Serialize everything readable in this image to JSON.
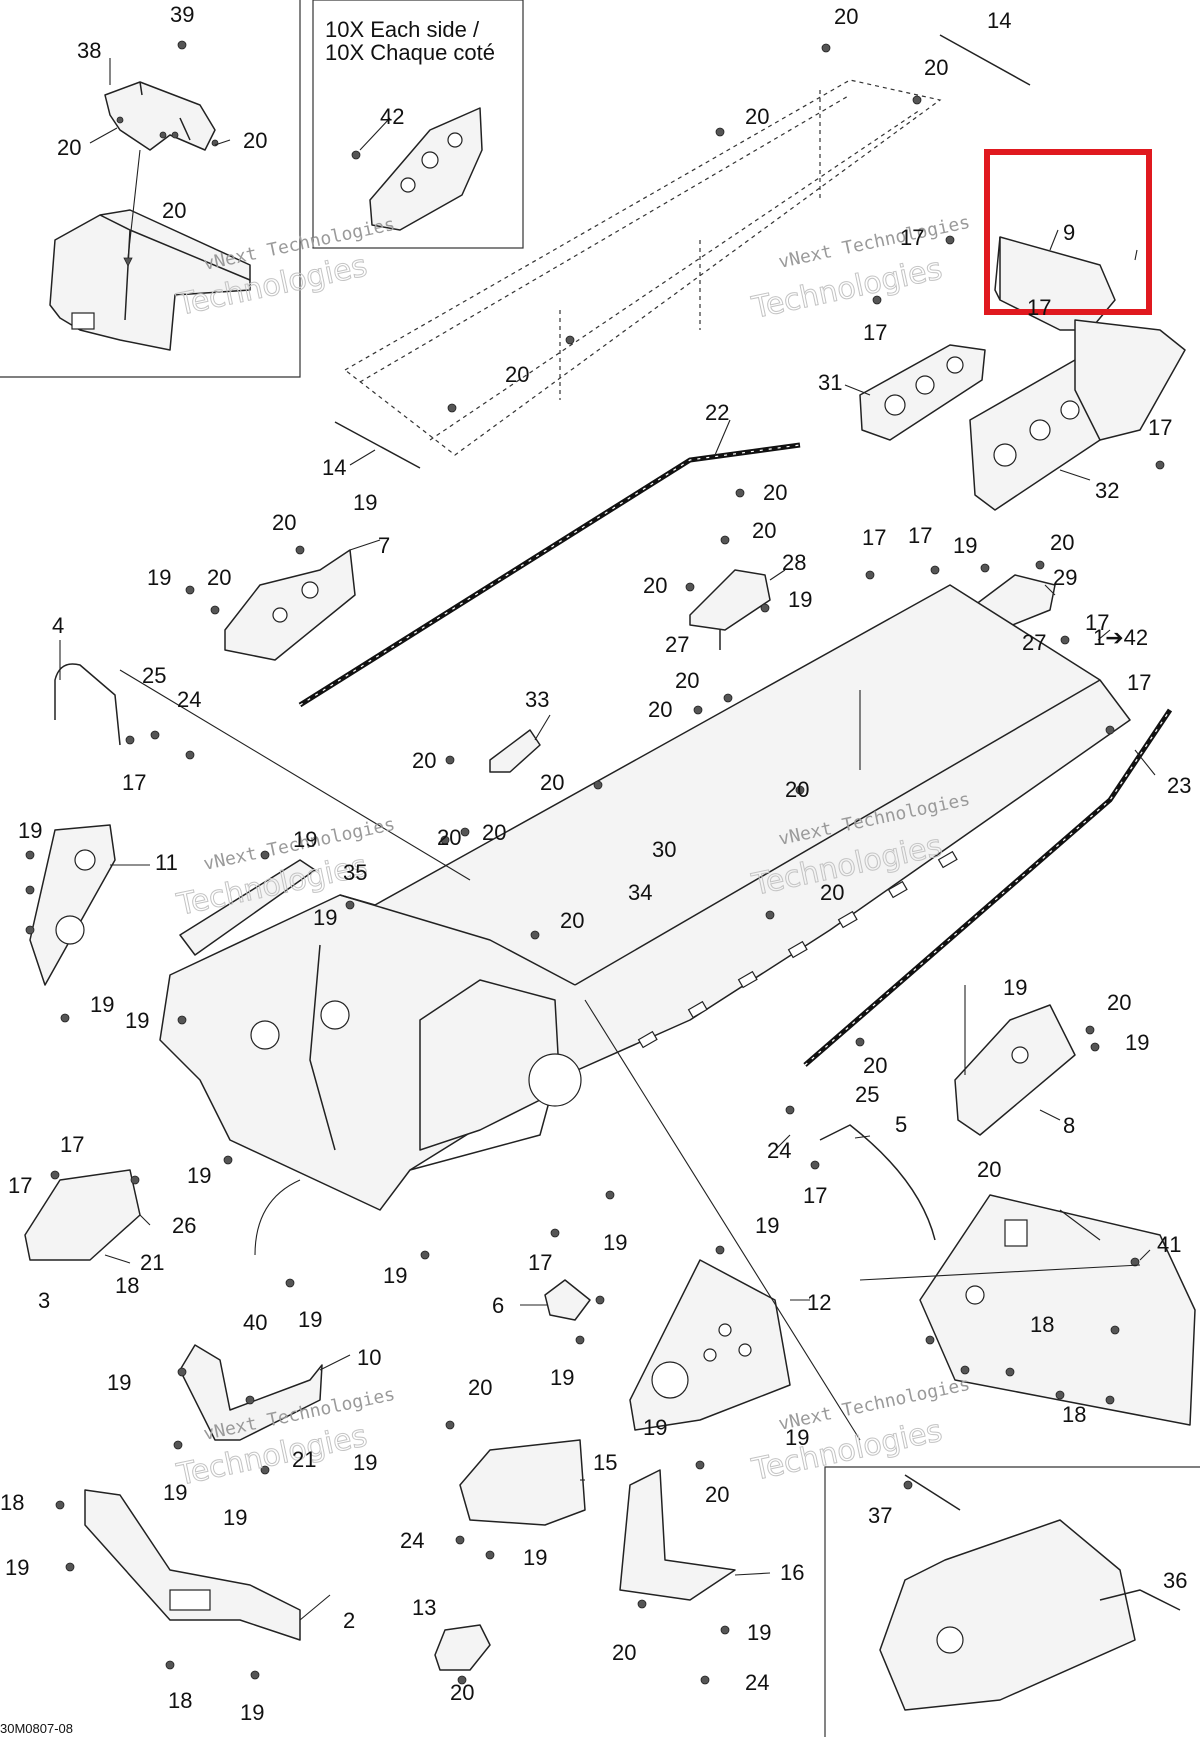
{
  "inset_caption": {
    "line1": "10X Each side /",
    "line2": "10X Chaque coté"
  },
  "figure_code": "30M0807-08",
  "watermark": {
    "line1": "vNext Technologies",
    "line2": "Technologies"
  },
  "highlight_color": "#e0191f",
  "labels": [
    {
      "id": "l39",
      "text": "39"
    },
    {
      "id": "l38",
      "text": "38"
    },
    {
      "id": "l20a",
      "text": "20"
    },
    {
      "id": "l20b",
      "text": "20"
    },
    {
      "id": "l20c",
      "text": "20"
    },
    {
      "id": "l42",
      "text": "42"
    },
    {
      "id": "l20d",
      "text": "20"
    },
    {
      "id": "l14a",
      "text": "14"
    },
    {
      "id": "l20e",
      "text": "20"
    },
    {
      "id": "l20f",
      "text": "20"
    },
    {
      "id": "l9",
      "text": "9"
    },
    {
      "id": "l17a",
      "text": "17"
    },
    {
      "id": "l17b",
      "text": "17"
    },
    {
      "id": "l17c",
      "text": "17"
    },
    {
      "id": "l20g",
      "text": "20"
    },
    {
      "id": "l31",
      "text": "31"
    },
    {
      "id": "l32",
      "text": "32"
    },
    {
      "id": "l17d",
      "text": "17"
    },
    {
      "id": "l14b",
      "text": "14"
    },
    {
      "id": "l22",
      "text": "22"
    },
    {
      "id": "l20h",
      "text": "20"
    },
    {
      "id": "l20i",
      "text": "20"
    },
    {
      "id": "l19a",
      "text": "19"
    },
    {
      "id": "l7",
      "text": "7"
    },
    {
      "id": "l19b",
      "text": "19"
    },
    {
      "id": "l20j",
      "text": "20"
    },
    {
      "id": "l20k",
      "text": "20"
    },
    {
      "id": "l28",
      "text": "28"
    },
    {
      "id": "l20l",
      "text": "20"
    },
    {
      "id": "l19c",
      "text": "19"
    },
    {
      "id": "l27a",
      "text": "27"
    },
    {
      "id": "l17e",
      "text": "17"
    },
    {
      "id": "l17f",
      "text": "17"
    },
    {
      "id": "l19d",
      "text": "19"
    },
    {
      "id": "l20m",
      "text": "20"
    },
    {
      "id": "l29",
      "text": "29"
    },
    {
      "id": "l27b",
      "text": "27"
    },
    {
      "id": "l17g",
      "text": "17"
    },
    {
      "id": "l142",
      "text": "1➔42"
    },
    {
      "id": "l17h",
      "text": "17"
    },
    {
      "id": "l4",
      "text": "4"
    },
    {
      "id": "l25a",
      "text": "25"
    },
    {
      "id": "l24a",
      "text": "24"
    },
    {
      "id": "l17i",
      "text": "17"
    },
    {
      "id": "l33",
      "text": "33"
    },
    {
      "id": "l20n",
      "text": "20"
    },
    {
      "id": "l20o",
      "text": "20"
    },
    {
      "id": "l20p",
      "text": "20"
    },
    {
      "id": "l23",
      "text": "23"
    },
    {
      "id": "l20q",
      "text": "20"
    },
    {
      "id": "l20r",
      "text": "20"
    },
    {
      "id": "l19e",
      "text": "19"
    },
    {
      "id": "l11",
      "text": "11"
    },
    {
      "id": "l19f",
      "text": "19"
    },
    {
      "id": "l35",
      "text": "35"
    },
    {
      "id": "l20s",
      "text": "20"
    },
    {
      "id": "l20t",
      "text": "20"
    },
    {
      "id": "l30",
      "text": "30"
    },
    {
      "id": "l34",
      "text": "34"
    },
    {
      "id": "l20u",
      "text": "20"
    },
    {
      "id": "l19g",
      "text": "19"
    },
    {
      "id": "l20v",
      "text": "20"
    },
    {
      "id": "l19h",
      "text": "19"
    },
    {
      "id": "l19i",
      "text": "19"
    },
    {
      "id": "l19j",
      "text": "19"
    },
    {
      "id": "l20w",
      "text": "20"
    },
    {
      "id": "l19k",
      "text": "19"
    },
    {
      "id": "l20x",
      "text": "20"
    },
    {
      "id": "l25b",
      "text": "25"
    },
    {
      "id": "l5",
      "text": "5"
    },
    {
      "id": "l8",
      "text": "8"
    },
    {
      "id": "l24b",
      "text": "24"
    },
    {
      "id": "l17j",
      "text": "17"
    },
    {
      "id": "l20y",
      "text": "20"
    },
    {
      "id": "l19l",
      "text": "19"
    },
    {
      "id": "l17k",
      "text": "17"
    },
    {
      "id": "l26",
      "text": "26"
    },
    {
      "id": "l21a",
      "text": "21"
    },
    {
      "id": "l3",
      "text": "3"
    },
    {
      "id": "l18a",
      "text": "18"
    },
    {
      "id": "l19m",
      "text": "19"
    },
    {
      "id": "l17l",
      "text": "17"
    },
    {
      "id": "l19n",
      "text": "19"
    },
    {
      "id": "l19o",
      "text": "19"
    },
    {
      "id": "l41",
      "text": "41"
    },
    {
      "id": "l6",
      "text": "6"
    },
    {
      "id": "l12",
      "text": "12"
    },
    {
      "id": "l40",
      "text": "40"
    },
    {
      "id": "l19p",
      "text": "19"
    },
    {
      "id": "l18b",
      "text": "18"
    },
    {
      "id": "l19q",
      "text": "19"
    },
    {
      "id": "l10",
      "text": "10"
    },
    {
      "id": "l19r",
      "text": "19"
    },
    {
      "id": "l20z",
      "text": "20"
    },
    {
      "id": "l19s",
      "text": "19"
    },
    {
      "id": "l19t",
      "text": "19"
    },
    {
      "id": "l18c",
      "text": "18"
    },
    {
      "id": "l21b",
      "text": "21"
    },
    {
      "id": "l19u",
      "text": "19"
    },
    {
      "id": "l19v",
      "text": "19"
    },
    {
      "id": "l19w",
      "text": "19"
    },
    {
      "id": "l15",
      "text": "15"
    },
    {
      "id": "l18d",
      "text": "18"
    },
    {
      "id": "l37",
      "text": "37"
    },
    {
      "id": "l36",
      "text": "36"
    },
    {
      "id": "l20aa",
      "text": "20"
    },
    {
      "id": "l24c",
      "text": "24"
    },
    {
      "id": "l19x",
      "text": "19"
    },
    {
      "id": "l16",
      "text": "16"
    },
    {
      "id": "l19y",
      "text": "19"
    },
    {
      "id": "l2",
      "text": "2"
    },
    {
      "id": "l13",
      "text": "13"
    },
    {
      "id": "l20ab",
      "text": "20"
    },
    {
      "id": "l19z",
      "text": "19"
    },
    {
      "id": "l18e",
      "text": "18"
    },
    {
      "id": "l19aa",
      "text": "19"
    },
    {
      "id": "l20ac",
      "text": "20"
    },
    {
      "id": "l24d",
      "text": "24"
    },
    {
      "id": "l17m",
      "text": "17"
    }
  ]
}
